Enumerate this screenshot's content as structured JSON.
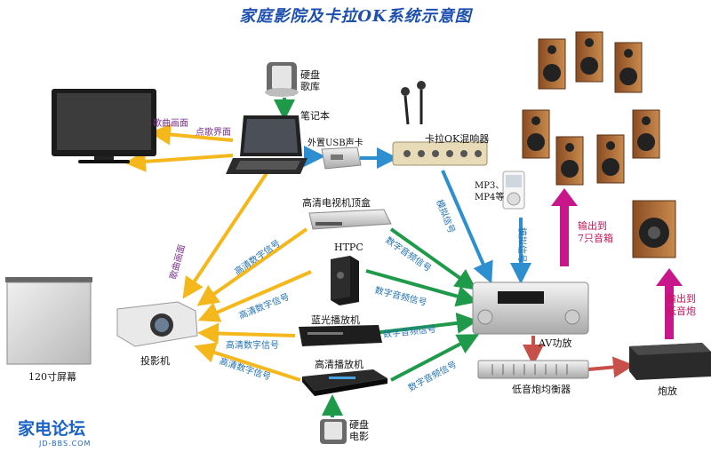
{
  "title": "家庭影院及卡拉OK系统示意图",
  "devices": {
    "hdd_songs": "硬盘\n歌库",
    "laptop": "笔记本",
    "usb_card": "外置USB声卡",
    "karaoke_mixer": "卡拉OK混响器",
    "stb": "高清电视机顶盒",
    "htpc": "HTPC",
    "bluray": "蓝光播放机",
    "hd_player": "高清播放机",
    "hdd_movies": "硬盘\n电影",
    "projector": "投影机",
    "screen": "120寸屏幕",
    "mp3": "MP3、\nMP4等",
    "av_amp": "AV功放",
    "eq": "低音炮均衡器",
    "sub_amp": "炮放"
  },
  "signals": {
    "song_picture": "歌曲画面",
    "song_ui": "点歌界面",
    "song_picture_2": "歌曲画面",
    "hd_digital_1": "高清数字信号",
    "hd_digital_2": "高清数字信号",
    "hd_digital_3": "高清数字信号",
    "hd_digital_4": "高清数字信号",
    "digital_audio_1": "数字音频信号",
    "digital_audio_2": "数字音频信号",
    "digital_audio_3": "数字音频信号",
    "digital_audio_4": "数字音频信号",
    "analog_1": "模拟信号",
    "analog_2": "模拟信号",
    "out_7": "输出到\n7只音箱",
    "out_sub": "输出到\n低音炮"
  },
  "logo": {
    "main": "家电论坛",
    "sub": "JD-BBS.COM"
  },
  "colors": {
    "title": "#1c4fb0",
    "yellow_arrow": "#f5b81c",
    "green_arrow": "#1f9a4a",
    "blue_arrow": "#2d8fd0",
    "magenta_arrow": "#c8178a",
    "red_arrow": "#c8504a"
  }
}
